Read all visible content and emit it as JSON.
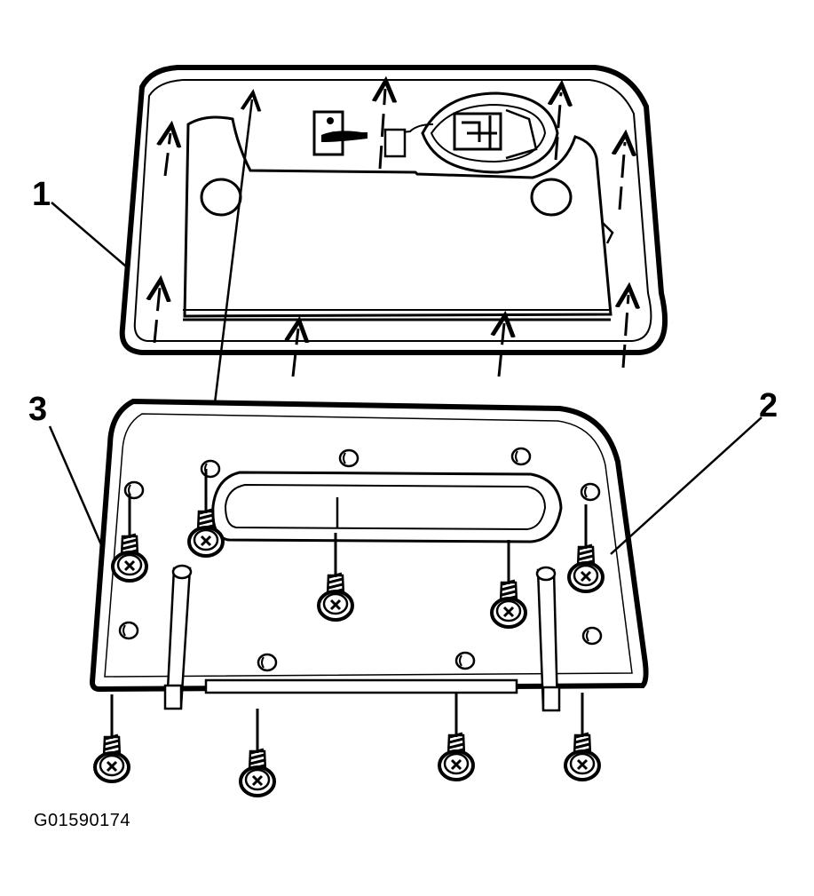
{
  "callouts": {
    "one": "1",
    "two": "2",
    "three": "3"
  },
  "figure_id": "G01590174",
  "colors": {
    "ink": "#000000",
    "paper": "#ffffff"
  }
}
